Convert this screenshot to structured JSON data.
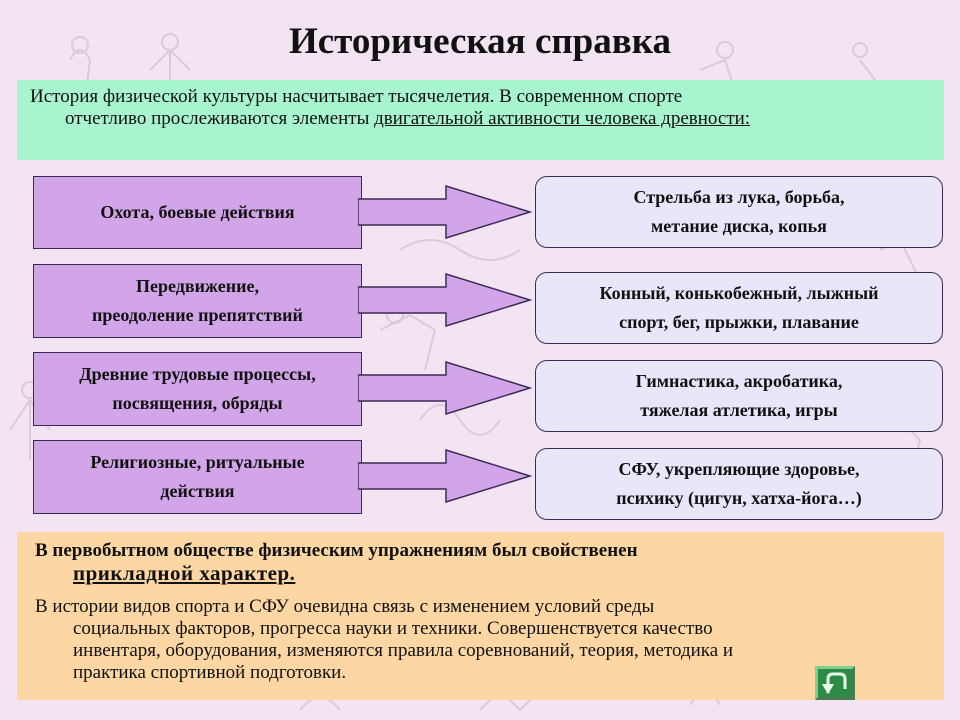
{
  "title": "Историческая справка",
  "intro": {
    "line1": "История физической культуры насчитывает тысячелетия. В современном спорте",
    "line2_plain": "отчетливо прослеживаются элементы ",
    "line2_underlined": "двигательной активности человека древности:"
  },
  "rows": [
    {
      "left": [
        "Охота, боевые действия"
      ],
      "right": [
        "Стрельба из лука, борьба,",
        "метание диска, копья"
      ]
    },
    {
      "left": [
        "Передвижение,",
        "преодоление препятствий"
      ],
      "right": [
        "Конный, конькобежный, лыжный",
        "спорт, бег, прыжки, плавание"
      ]
    },
    {
      "left": [
        "Древние трудовые процессы,",
        "посвящения, обряды"
      ],
      "right": [
        "Гимнастика, акробатика,",
        "тяжелая атлетика, игры"
      ]
    },
    {
      "left": [
        "Религиозные, ритуальные",
        "действия"
      ],
      "right": [
        "СФУ, укрепляющие здоровье,",
        "психику (цигун, хатха-йога…)"
      ]
    }
  ],
  "bottom": {
    "p1_line1": "В первобытном обществе физическим упражнениям был свойственен",
    "p1_line2": "прикладной характер.",
    "p2_lines": [
      "В истории видов спорта и СФУ очевидна связь с изменением условий среды",
      "социальных факторов, прогресса науки и техники. Совершенствуется качество",
      "инвентаря, оборудования, изменяются правила соревнований, теория, методика и",
      "практика спортивной подготовки."
    ]
  },
  "colors": {
    "background": "#f3e4f3",
    "intro_box": "#a7f4cf",
    "left_box": "#d2a5e8",
    "right_box": "#e9e6fa",
    "arrow": "#d2a5e8",
    "bottom_box": "#fcd6a3",
    "button": "#2e8b45"
  },
  "icons": {
    "return_button": "return-arrow-icon"
  }
}
